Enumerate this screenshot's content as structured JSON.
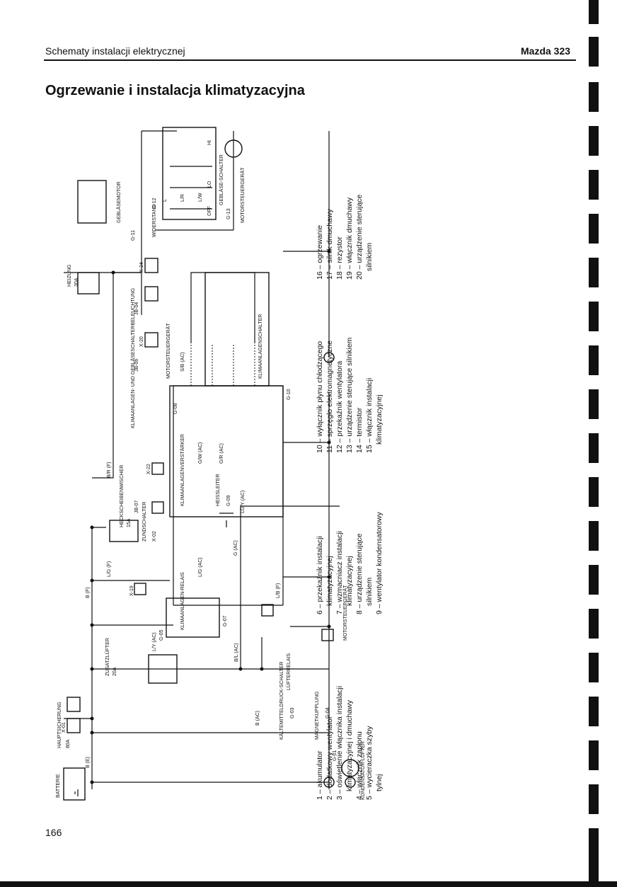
{
  "header": {
    "section": "Schematy instalacji elektrycznej",
    "model": "Mazda 323"
  },
  "title": "Ogrzewanie i instalacja klimatyzacyjna",
  "page_number": "166",
  "components": {
    "c1": "BATTERIE",
    "c2": "HAUPTSICHERUNG",
    "c2_rating": "80A",
    "c3": "ZUNDSCHALTER",
    "c4": "ZUSATZLÜFTER",
    "c4_rating": "20A",
    "c5": "HECKSCHEIBENWISCHER",
    "c5_rating": "15A",
    "c6": "KLIMAANLAGEN-RELAIS",
    "c7": "KLIMAANLAGENVERSTÄRKER",
    "c8": "MOTORSTEUERGERÄT",
    "c9": "KONDENSATOR-LÜFTER",
    "c10": "KÄLTEMITTELDRUCK-SCHALTER",
    "c11": "MAGNETKUPPLUNG",
    "c12": "LÜFTERRELAIS",
    "c13": "MOTORSTEUERGERÄT",
    "c14": "HEISSLEITER",
    "c15": "KLIMAANLAGENSCHALTER",
    "c16": "HEIZUNG",
    "c16_rating": "30A",
    "c17": "GEBLÄSEMOTOR",
    "c18": "WIDERSTAND",
    "c19": "GEBLÄSE-SCHALTER",
    "c20": "MOTORSTEUERGERÄT",
    "lighting": "KLIMAANLAGEN- UND GEBLÄSESCHALTERBELEUCHTUNG"
  },
  "wire_labels": {
    "b_e": "B (E)",
    "b_f": "B (F)",
    "b_ac": "B (AC)",
    "bl_ac": "B/L (AC)",
    "br_f": "B/R (F)",
    "lg_f": "L/G (F)",
    "lg_ac": "L/G (AC)",
    "ly_ac": "L/Y (AC)",
    "lb_f": "L/B (F)",
    "gw_ac": "G/W (AC)",
    "gr_ac": "G/R (AC)",
    "sb_ac": "S/B (AC)",
    "lgy_ac": "LG/Y (AC)",
    "g_ac": "G (AC)",
    "lr": "L/R",
    "lw": "L/W",
    "l": "L",
    "off": "OFF",
    "lo": "LO",
    "hi": "HI"
  },
  "connectors": {
    "x01": "X-01",
    "x02": "X-02",
    "x19": "X-19",
    "x20": "X-20",
    "x22": "X-22",
    "x24": "X-24",
    "g01": "G-01",
    "g03": "G-03",
    "g04": "G-04",
    "g05": "G-05",
    "g07": "G-07",
    "g08": "G-08",
    "g09": "G-09",
    "g10": "G-10",
    "g11": "G-11",
    "g12": "G-12",
    "g13": "G-13",
    "jb04": "JB-04",
    "jb06": "JB-06",
    "jb07": "JB-07"
  },
  "legend": {
    "col1": [
      "1 – akumulator",
      "2 – dodatkowy wentylator",
      "3 – oświetlenie włącznika instalacji",
      "klimatyzacyjnej i dmuchawy",
      "4 – włącznik zapłonu",
      "5 – wycieraczka szyby",
      "tylnej"
    ],
    "col2": [
      "6 – przekaźnik instalacji",
      "klimatyzacyjnej",
      "7 – wzmacniacz instalacji",
      "klimatyzacyjnej",
      "8 – urządzenie sterujące",
      "silnikiem",
      "9 – wentylator kondensatorowy"
    ],
    "col3": [
      "10 – wyłącznik płynu chłodzącego",
      "11 – sprzęgło elektromagnetyczne",
      "12 – przekaźnik wentylatora",
      "13 – urządzenie sterujące silnikiem",
      "14 – termistor",
      "15 – włącznik instalacji",
      "klimatyzacyjnej"
    ],
    "col4": [
      "16 – ogrzewanie",
      "17 – silnik dmuchawy",
      "18 – rezystor",
      "19 – włącznik dmuchawy",
      "20 – urządzenie sterujące",
      "silnikiem"
    ]
  }
}
